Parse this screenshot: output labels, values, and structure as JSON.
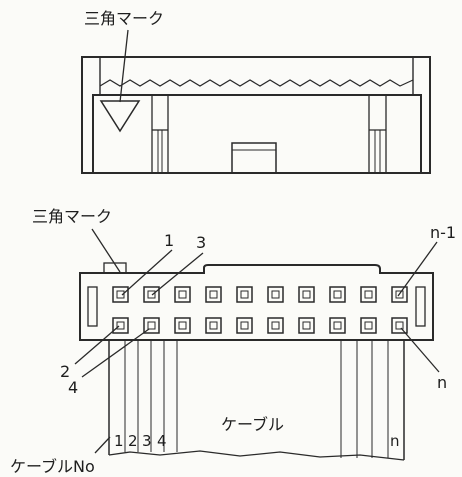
{
  "top_view": {
    "triangle_mark_label": "三角マーク"
  },
  "bottom_view": {
    "triangle_mark_label": "三角マーク",
    "pin_labels": {
      "pin_1": "1",
      "pin_3": "3",
      "pin_n_minus_1": "n-1",
      "pin_2": "2",
      "pin_4": "4",
      "pin_n": "n"
    },
    "cable_label": "ケーブル",
    "cable_numbers": [
      "1",
      "2",
      "3",
      "4"
    ],
    "cable_last_number": "n",
    "cable_no_label": "ケーブルNo"
  }
}
